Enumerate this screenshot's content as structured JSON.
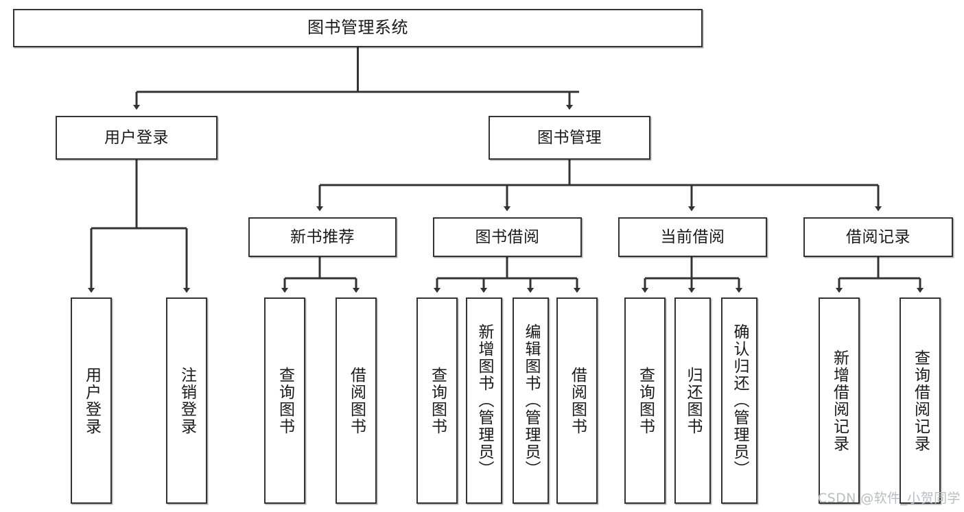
{
  "diagram": {
    "title": "图书管理系统",
    "type": "tree-hierarchy",
    "orientation": "top-down",
    "edge_style": "orthogonal-with-arrowheads",
    "colors": {
      "node_border": "#333333",
      "node_fill": "#ffffff",
      "edge": "#333333",
      "text": "#1a1a1a",
      "watermark": "#b9bcc0",
      "background": "#ffffff"
    },
    "watermark": "CSDN @软件_小贺同学",
    "nodes": {
      "root": {
        "label": "图书管理系统",
        "level": 0
      },
      "level1": [
        {
          "id": "user-login",
          "label": "用户登录"
        },
        {
          "id": "book-manage",
          "label": "图书管理"
        }
      ],
      "level2": [
        {
          "id": "new-book-recommend",
          "label": "新书推荐",
          "parent": "book-manage"
        },
        {
          "id": "book-borrow",
          "label": "图书借阅",
          "parent": "book-manage"
        },
        {
          "id": "current-borrow",
          "label": "当前借阅",
          "parent": "book-manage"
        },
        {
          "id": "borrow-record",
          "label": "借阅记录",
          "parent": "book-manage"
        }
      ],
      "leaves": [
        {
          "id": "leaf-user-login",
          "label": "用户登录",
          "parent": "user-login"
        },
        {
          "id": "leaf-logout-login",
          "label": "注销登录",
          "parent": "user-login"
        },
        {
          "id": "leaf-query-book-1",
          "label": "查询图书",
          "parent": "new-book-recommend"
        },
        {
          "id": "leaf-borrow-book-1",
          "label": "借阅图书",
          "parent": "new-book-recommend"
        },
        {
          "id": "leaf-query-book-2",
          "label": "查询图书",
          "parent": "book-borrow"
        },
        {
          "id": "leaf-add-book",
          "label": "新增图书（管理员）",
          "parent": "book-borrow"
        },
        {
          "id": "leaf-edit-book",
          "label": "编辑图书（管理员）",
          "parent": "book-borrow"
        },
        {
          "id": "leaf-borrow-book-2",
          "label": "借阅图书",
          "parent": "book-borrow"
        },
        {
          "id": "leaf-query-book-3",
          "label": "查询图书",
          "parent": "current-borrow"
        },
        {
          "id": "leaf-return-book",
          "label": "归还图书",
          "parent": "current-borrow"
        },
        {
          "id": "leaf-confirm-return",
          "label": "确认归还（管理员）",
          "parent": "current-borrow"
        },
        {
          "id": "leaf-add-record",
          "label": "新增借阅记录",
          "parent": "borrow-record"
        },
        {
          "id": "leaf-query-record",
          "label": "查询借阅记录",
          "parent": "borrow-record"
        }
      ]
    }
  }
}
